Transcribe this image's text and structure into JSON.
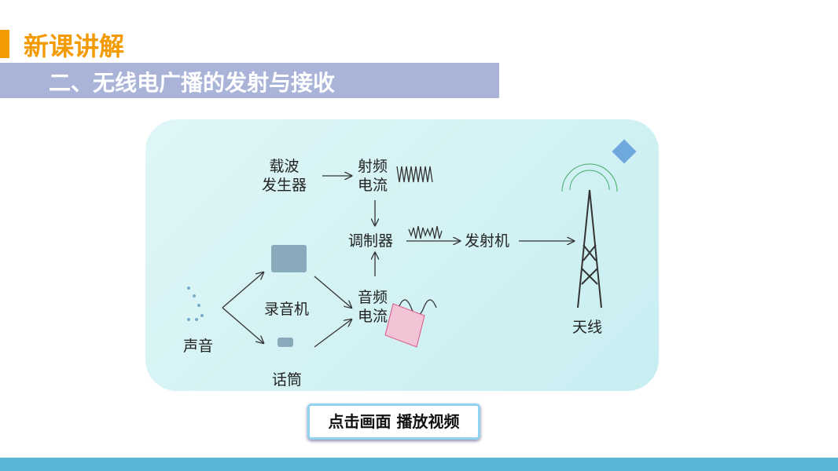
{
  "header": {
    "section": "新课讲解",
    "subtitle": "二、无线电广播的发射与接收"
  },
  "diagram": {
    "carrier_gen": "载波\n发生器",
    "rf_current": "射频\n电流",
    "modulator": "调制器",
    "transmitter": "发射机",
    "antenna": "天线",
    "audio_current": "音频\n电流",
    "recorder": "录音机",
    "microphone": "话筒",
    "sound": "声音"
  },
  "play_button": "点击画面  播放视频",
  "colors": {
    "accent": "#f39a00",
    "subbar": "#aab4d8",
    "ground": "#5bb6d6"
  }
}
